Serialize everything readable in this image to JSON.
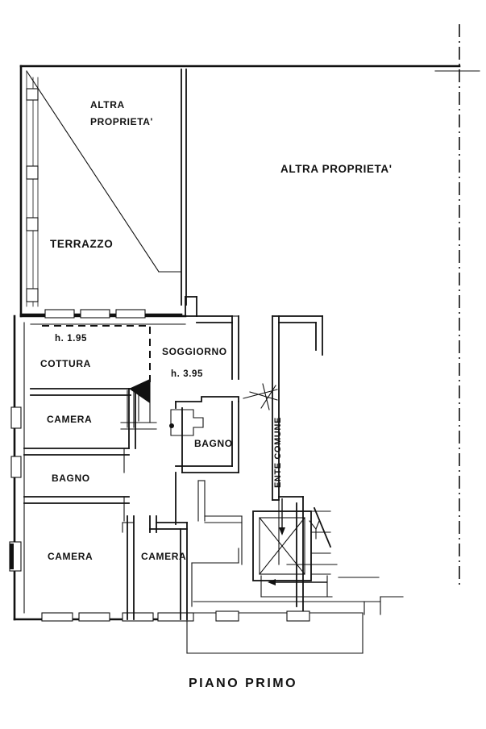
{
  "document": {
    "type": "architectural-floor-plan",
    "caption": "PIANO  PRIMO",
    "language": "it"
  },
  "labels": {
    "altra_proprieta_top_left_line1": "ALTRA",
    "altra_proprieta_top_left_line2": "PROPRIETA'",
    "altra_proprieta_right": "ALTRA PROPRIETA'",
    "terrazzo": "TERRAZZO",
    "cottura": "COTTURA",
    "cottura_height": "h. 1.95",
    "soggiorno": "SOGGIORNO",
    "soggiorno_height": "h. 3.95",
    "camera_upper_left": "CAMERA",
    "bagno_left": "BAGNO",
    "bagno_center": "BAGNO",
    "camera_bottom_left": "CAMERA",
    "camera_bottom_center": "CAMERA",
    "ente_comune": "ENTE COMUNE"
  },
  "colors": {
    "ink": "#111111",
    "paper": "#ffffff"
  },
  "features": {
    "elevator_shaft": "elevator-shaft-x",
    "staircase": "staircase-with-direction-arrows",
    "terrace_railing": "balustrade-with-posts",
    "balcony_bottom": "balcony",
    "property_boundary_right": "dash-dot-boundary-line",
    "sloped_ceiling_marker": "dashed-line-cottura"
  }
}
